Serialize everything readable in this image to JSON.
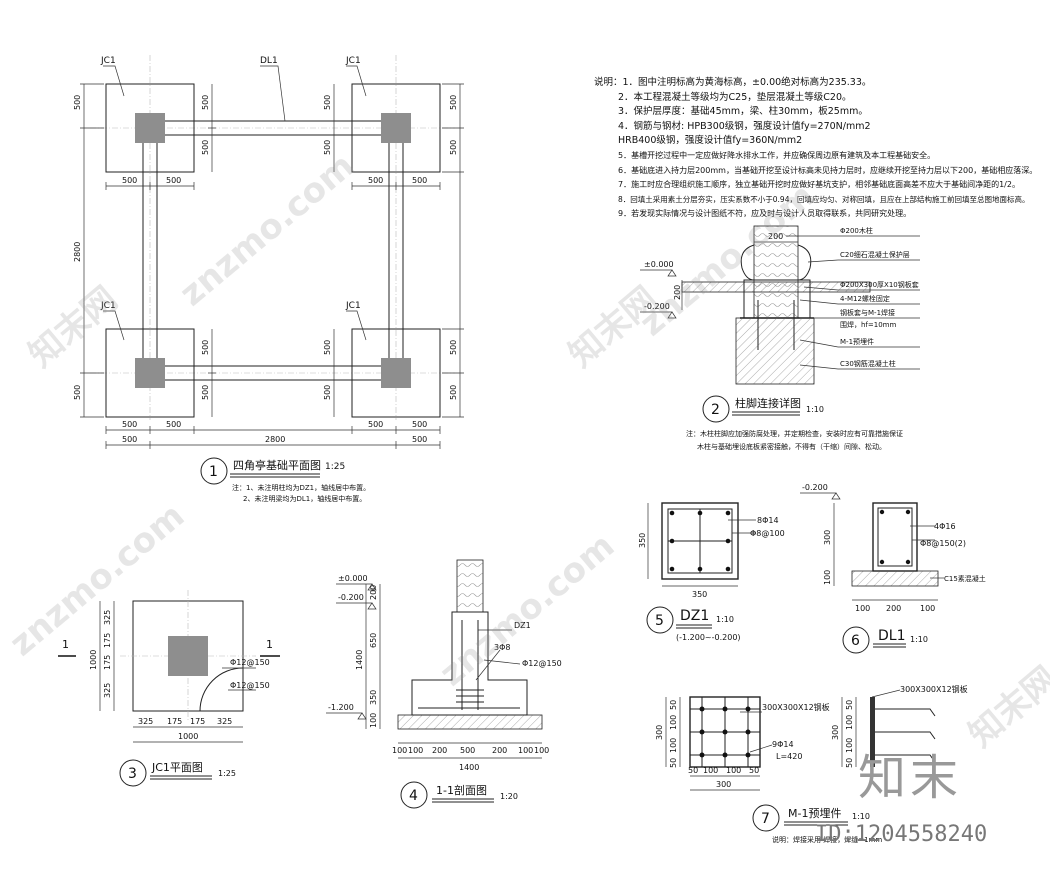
{
  "plan": {
    "labels": {
      "jc1": "JC1",
      "dl1": "DL1"
    },
    "dims": {
      "d500": "500",
      "d2800": "2800"
    },
    "title_num": "1",
    "title": "四角亭基础平面图",
    "scale": "1:25",
    "note1": "注：1、未注明柱均为DZ1，轴线居中布置。",
    "note2": "2、未注明梁均为DL1，轴线居中布置。"
  },
  "notes": [
    "说明：1．图中注明标高为黄海标高，±0.00绝对标高为235.33。",
    "2．本工程混凝土等级均为C25，垫层混凝土等级C20。",
    "3．保护层厚度：基础45mm，梁、柱30mm，板25mm。",
    "4．钢筋与钢材:      HPB300级钢，强度设计值fy=270N/mm2",
    "                              HRB400级钢，强度设计值fy=360N/mm2",
    "5．基槽开挖过程中一定应做好降水排水工作，并应确保周边原有建筑及本工程基础安全。",
    "6．基础底进入持力层200mm，当基础开挖至设计标高未见持力层时，应继续开挖至持力层以下200，基础相应落深。",
    "7．施工时应合理组织施工顺序，独立基础开挖时应做好基坑支护，相邻基础底面高差不应大于基础间净距的1/2。",
    "8．回填土采用素土分层夯实，压实系数不小于0.94，回填应均匀、对称回填，且应在上部结构施工前回填至总图地面标高。",
    "9．若发现实际情况与设计图纸不符，应及时与设计人员取得联系，共同研究处理。"
  ],
  "col_detail": {
    "labels": [
      "Φ200木柱",
      "C20细石混凝土保护层",
      "Φ200X300厚X10钢板套",
      "4-M12螺栓固定",
      "钢板套与M-1焊接",
      "围焊，hf=10mm",
      "M-1预埋件",
      "C30钢筋混凝土柱"
    ],
    "dim200": "200",
    "elev0": "±0.000",
    "elev1": "-0.200",
    "dimh": "200",
    "title_num": "2",
    "title": "柱脚连接详图",
    "scale": "1:10",
    "note1": "注：木柱柱脚应加强防腐处理，并定期检查，安装时应有可靠措施保证",
    "note2": "木柱与基础埋设底板紧密接触，不得有（干缩）间隙、松动。"
  },
  "jc1": {
    "sec": "1",
    "rebar1": "Φ12@150",
    "rebar2": "Φ12@150",
    "dims": {
      "d325": "325",
      "d175": "175",
      "d1000": "1000"
    },
    "title_num": "3",
    "title": "JC1平面图",
    "scale": "1:25"
  },
  "section": {
    "elev0": "±0.000",
    "elev1": "-0.200",
    "elev2": "-1.200",
    "dz1": "DZ1",
    "rebar_a": "3Φ8",
    "rebar_b": "Φ12@150",
    "dims": {
      "d1400": "1400",
      "d650": "650",
      "d350": "350",
      "d100": "100",
      "d500": "500",
      "d200": "200"
    },
    "title_num": "4",
    "title": "1-1剖面图",
    "scale": "1:20"
  },
  "dz1": {
    "r1": "8Φ14",
    "r2": "Φ8@100",
    "dim": "350",
    "title_num": "5",
    "title": "DZ1",
    "scale": "1:10",
    "range": "(-1.200~-0.200)"
  },
  "dl1": {
    "elev": "-0.200",
    "r1": "4Φ16",
    "r2": "Φ8@150(2)",
    "bed": "C15素混凝土",
    "dims": {
      "d300": "300",
      "d100": "100",
      "d200": "200"
    },
    "title_num": "6",
    "title": "DL1",
    "scale": "1:10"
  },
  "m1": {
    "plate": "300X300X12钢板",
    "plate2": "300X300X12钢板",
    "bars": "9Φ14",
    "len": "L=420",
    "dims": {
      "d300": "300",
      "d50": "50",
      "d100": "100"
    },
    "title_num": "7",
    "title": "M-1预埋件",
    "scale": "1:10",
    "note": "说明：焊接采用         焊接，焊缝=1mm"
  },
  "brand": {
    "logo": "知末",
    "id": "ID:1204558240",
    "wm": "znzmo.com",
    "wm2": "知末网"
  }
}
